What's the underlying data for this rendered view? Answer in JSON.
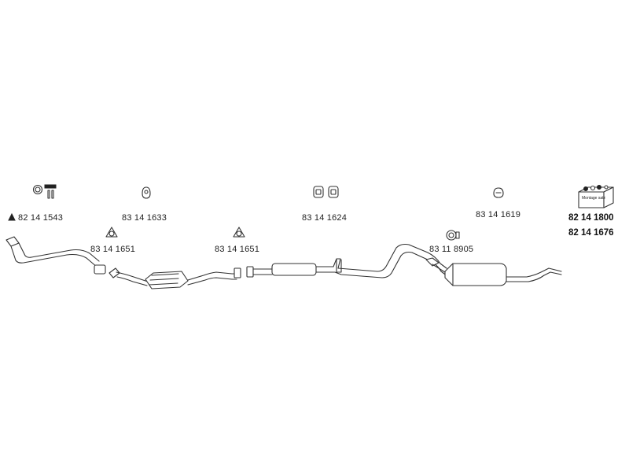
{
  "parts": {
    "p1": "82 14 1543",
    "p2": "83 14 1633",
    "p3": "83 14 1624",
    "p4": "83 14 1619",
    "p5a": "82 14 1800",
    "p5b": "82 14 1676",
    "p6": "83 14 1651",
    "p7": "83 14 1651",
    "p8": "83 11 8905"
  },
  "kit_box_label": "Montage satz",
  "colors": {
    "line": "#333333",
    "background": "#ffffff"
  }
}
